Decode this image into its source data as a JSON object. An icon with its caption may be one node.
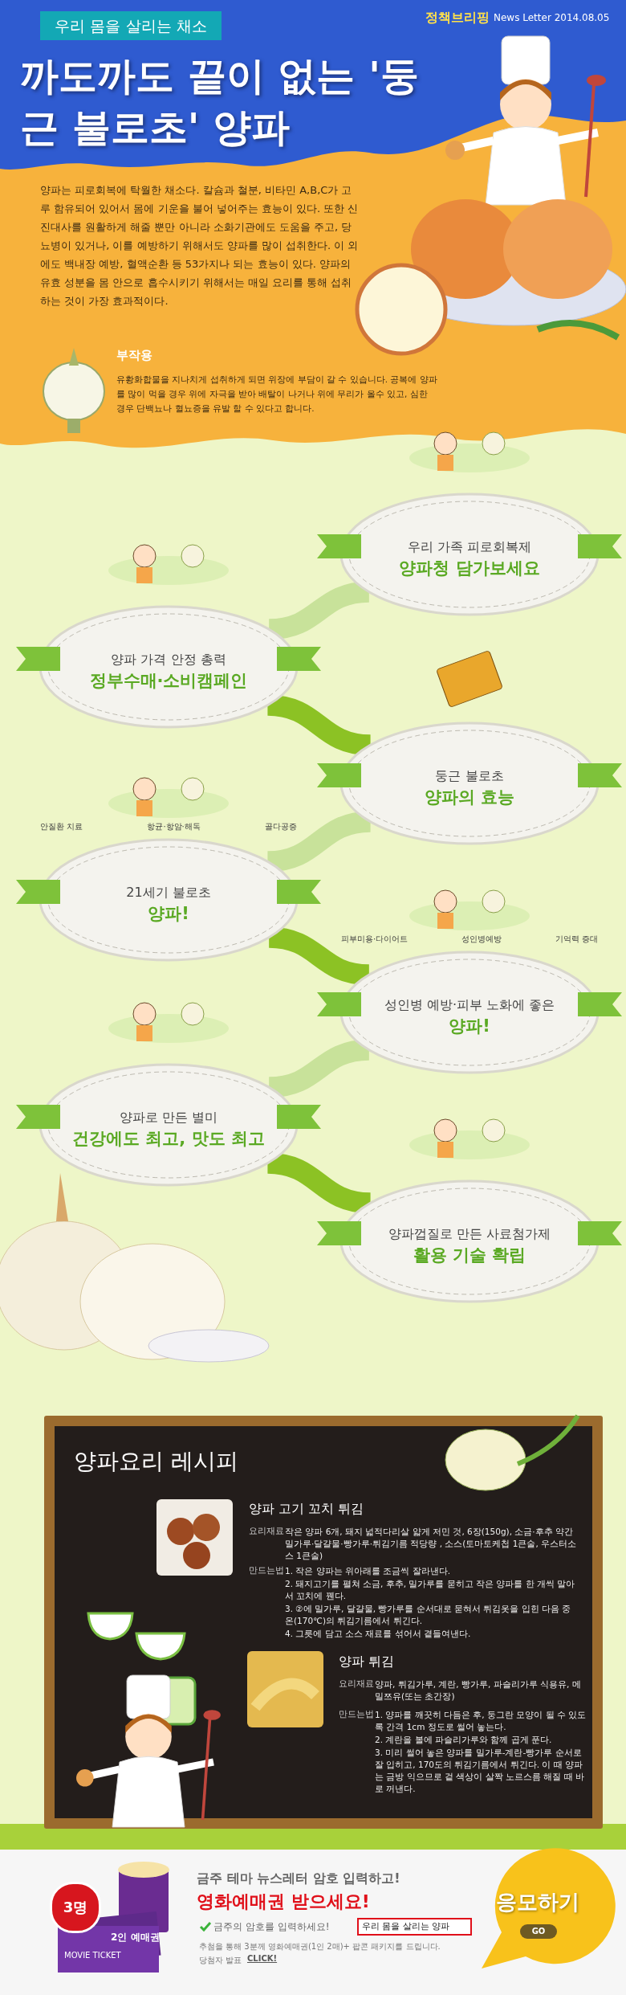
{
  "diagram": {
    "title": "까도까도 끝이 없는 '둥근 불로초' 양파",
    "nodes": [
      {
        "text": [
          "우리 가족 피로회복제",
          "양파청 담가보세요"
        ]
      },
      {
        "text": [
          "양파 가격 안정 총력",
          "정부수매·소비캠페인"
        ]
      },
      {
        "text": [
          "둥근 불로초",
          "양파의 효능"
        ]
      },
      {
        "text": [
          "21세기 불로초",
          "양파!"
        ],
        "beside": [
          "안질환 치료",
          "항균·항암·해독",
          "골다공증"
        ]
      },
      {
        "text": [
          "성인병 예방·피부 노화에 좋은",
          "양파!"
        ],
        "beside": [
          "피부미용·다이어트",
          "성인병예방",
          "기억력 증대"
        ]
      },
      {
        "text": [
          "양파로 만든 별미",
          "건강에도 최고, 맛도 최고"
        ]
      },
      {
        "text": [
          "양파껍질로 만든 사료첨가제",
          "활용 기술 확립"
        ]
      }
    ],
    "edges": [
      {
        "from": 0,
        "to": 1,
        "arrow": "none",
        "color": "#c8e29a"
      },
      {
        "from": 1,
        "to": 2,
        "arrow": "none",
        "color": "#8cc224"
      },
      {
        "from": 2,
        "to": 3,
        "arrow": "none",
        "color": "#c8e29a"
      },
      {
        "from": 3,
        "to": 4,
        "arrow": "none",
        "color": "#8cc224"
      },
      {
        "from": 4,
        "to": 5,
        "arrow": "none",
        "color": "#c8e29a"
      },
      {
        "from": 5,
        "to": 6,
        "arrow": "none",
        "color": "#8cc224"
      }
    ],
    "labels": [
      "우리 몸을 살리는 채소",
      "정책브리핑",
      "News Letter 2014.08.05",
      "양파는 피로회복에 탁월한 채소다. 칼슘과 철분, 비타민 A,B,C가 고루 함유되어 있어서 몸에 기운을 불어 넣어주는 효능이 있다. 또한 신진대사를 원활하게 해줄 뿐만 아니라 소화기관에도 도움을 주고, 당뇨병이 있거나, 이를 예방하기 위해서도 양파를 많이 섭취한다. 이 외에도 백내장 예방, 혈액순환 등 53가지나 되는 효능이 있다. 양파의 유효 성분을 몸 안으로 흡수시키기 위해서는 매일 요리를 통해 섭취하는 것이 가장 효과적이다.",
      "부작용",
      "유황화합물을 지나치게 섭취하게 되면 위장에 부담이 갈 수 있습니다. 공복에 양파를 많이 먹을 경우 위에 자극을 받아 배탈이 나거나 위에 무리가 올수 있고, 심한 경우 단백뇨나 혈뇨증을 유발 할 수 있다고 합니다.",
      "양파요리 레시피",
      "양파 고기 꼬치 튀김",
      "요리재료",
      "작은 양파 6개, 돼지 넓적다리살 얇게 저민 것, 6장(150g), 소금·후추 약간 밀가루·달걀물·빵가루·튀김기름 적당량 , 소스(토마토케첩 1큰술, 우스터소스 1큰술)",
      "만드는법",
      "1. 작은 양파는 위아래를 조금씩 잘라낸다.",
      "2. 돼지고기를 펼쳐 소금, 후추, 밀가루를 묻히고 작은 양파를 한 개씩 말아서 꼬치에 꿴다.",
      "3. ②에 밀가루, 달걀물, 빵가루를 순서대로 묻혀서 튀김옷을 입힌 다음 중온(170℃)의 튀김기름에서 튀긴다.",
      "4. 그릇에 담고 소스 재료를 섞어서 곁들여낸다.",
      "양파 튀김",
      "요리재료",
      "양파, 튀김가루, 계란, 빵가루, 파슬리가루 식용유, 메밀쯔유(또는 초간장)",
      "만드는법",
      "1. 양파를 깨끗히 다듬은 후, 둥그란 모양이 될 수 있도록 간격 1cm 정도로 썰어 놓는다.",
      "2. 계란을 볼에 파슬리가루와 함께 곱게 푼다.",
      "3. 미리 썰어 놓은 양파를 밀가루-계란-빵가루 순서로 잘 입히고, 170도의 튀김기름에서 튀긴다. 이 때 양파는 금방 익으므로 겉 색상이 살짝 노르스름 해질 때 바로 꺼낸다.",
      "3명",
      "2인 예매권",
      "MOVIE TICKET",
      "금주 테마 뉴스레터 암호 입력하고!",
      "영화예매권 받으세요!",
      "금주의 암호를 입력하세요!",
      "우리 몸을 살리는 양파",
      "추첨을 통해 3분께 영화예매권(1인 2매)+ 팝콘 패키지를 드립니다.",
      "당첨자 발표",
      "CLICK!",
      "응모하기",
      "GO"
    ]
  }
}
